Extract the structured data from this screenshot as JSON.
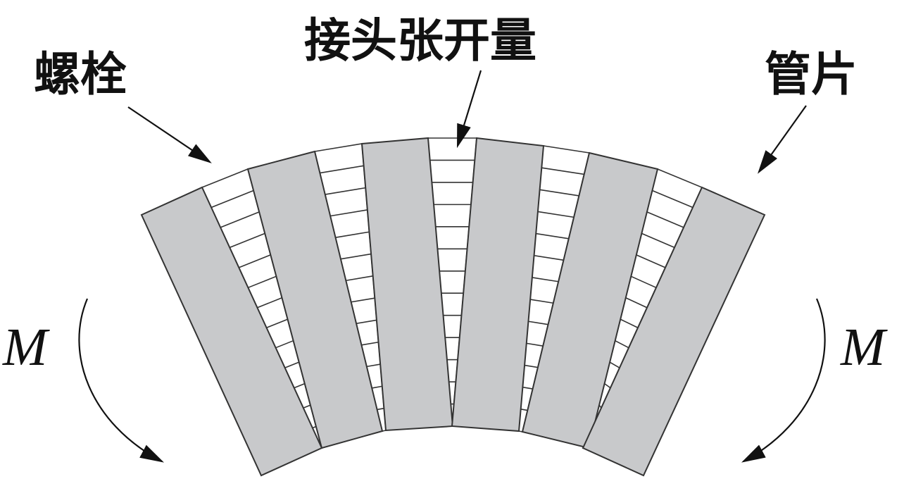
{
  "labels": {
    "bolt": "螺栓",
    "joint_opening": "接头张开量",
    "segment": "管片",
    "moment_left": "M",
    "moment_right": "M"
  },
  "diagram": {
    "segment_count": 6,
    "joint_count": 5,
    "colors": {
      "segment_fill": "#c8c9cb",
      "outline": "#333333",
      "text": "#111111"
    }
  }
}
